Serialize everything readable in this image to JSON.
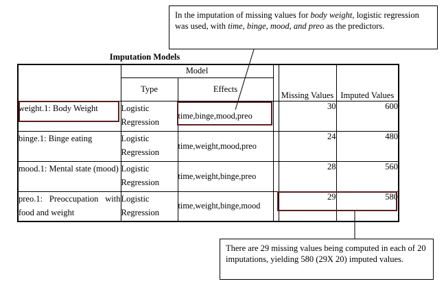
{
  "colors": {
    "annotation": "#5b1f1f",
    "leader_line": "#222222"
  },
  "top_callout": {
    "part1": "In the imputation of missing values for ",
    "part2_italic": "body weight",
    "part3": ", logistic regression was used, with ",
    "part4_italic": "time, binge, mood, and preo",
    "part5": " as the predictors."
  },
  "table": {
    "title": "Imputation Models",
    "headers": {
      "model": "Model",
      "type": "Type",
      "effects": "Effects",
      "missing_values": "Missing Values",
      "imputed_values": "Imputed Values"
    },
    "rows": [
      {
        "label": "weight.1: Body Weight",
        "type": "Logistic Regression",
        "effects": "time,binge,mood,preo",
        "missing": "30",
        "imputed": "600"
      },
      {
        "label": "binge.1: Binge eating",
        "type": "Logistic Regression",
        "effects": "time,weight,mood,preo",
        "missing": "24",
        "imputed": "480"
      },
      {
        "label": "mood.1: Mental state (mood)",
        "type": "Logistic Regression",
        "effects": "time,weight,binge,preo",
        "missing": "28",
        "imputed": "560"
      },
      {
        "label": "preo.1: Preoccupation with food and weight",
        "type": "Logistic Regression",
        "effects": "time,weight,binge,mood",
        "missing": "29",
        "imputed": "580"
      }
    ]
  },
  "bottom_callout": {
    "text": "There are 29 missing values being computed in each of 20 imputations, yielding 580 (29X 20) imputed values."
  }
}
